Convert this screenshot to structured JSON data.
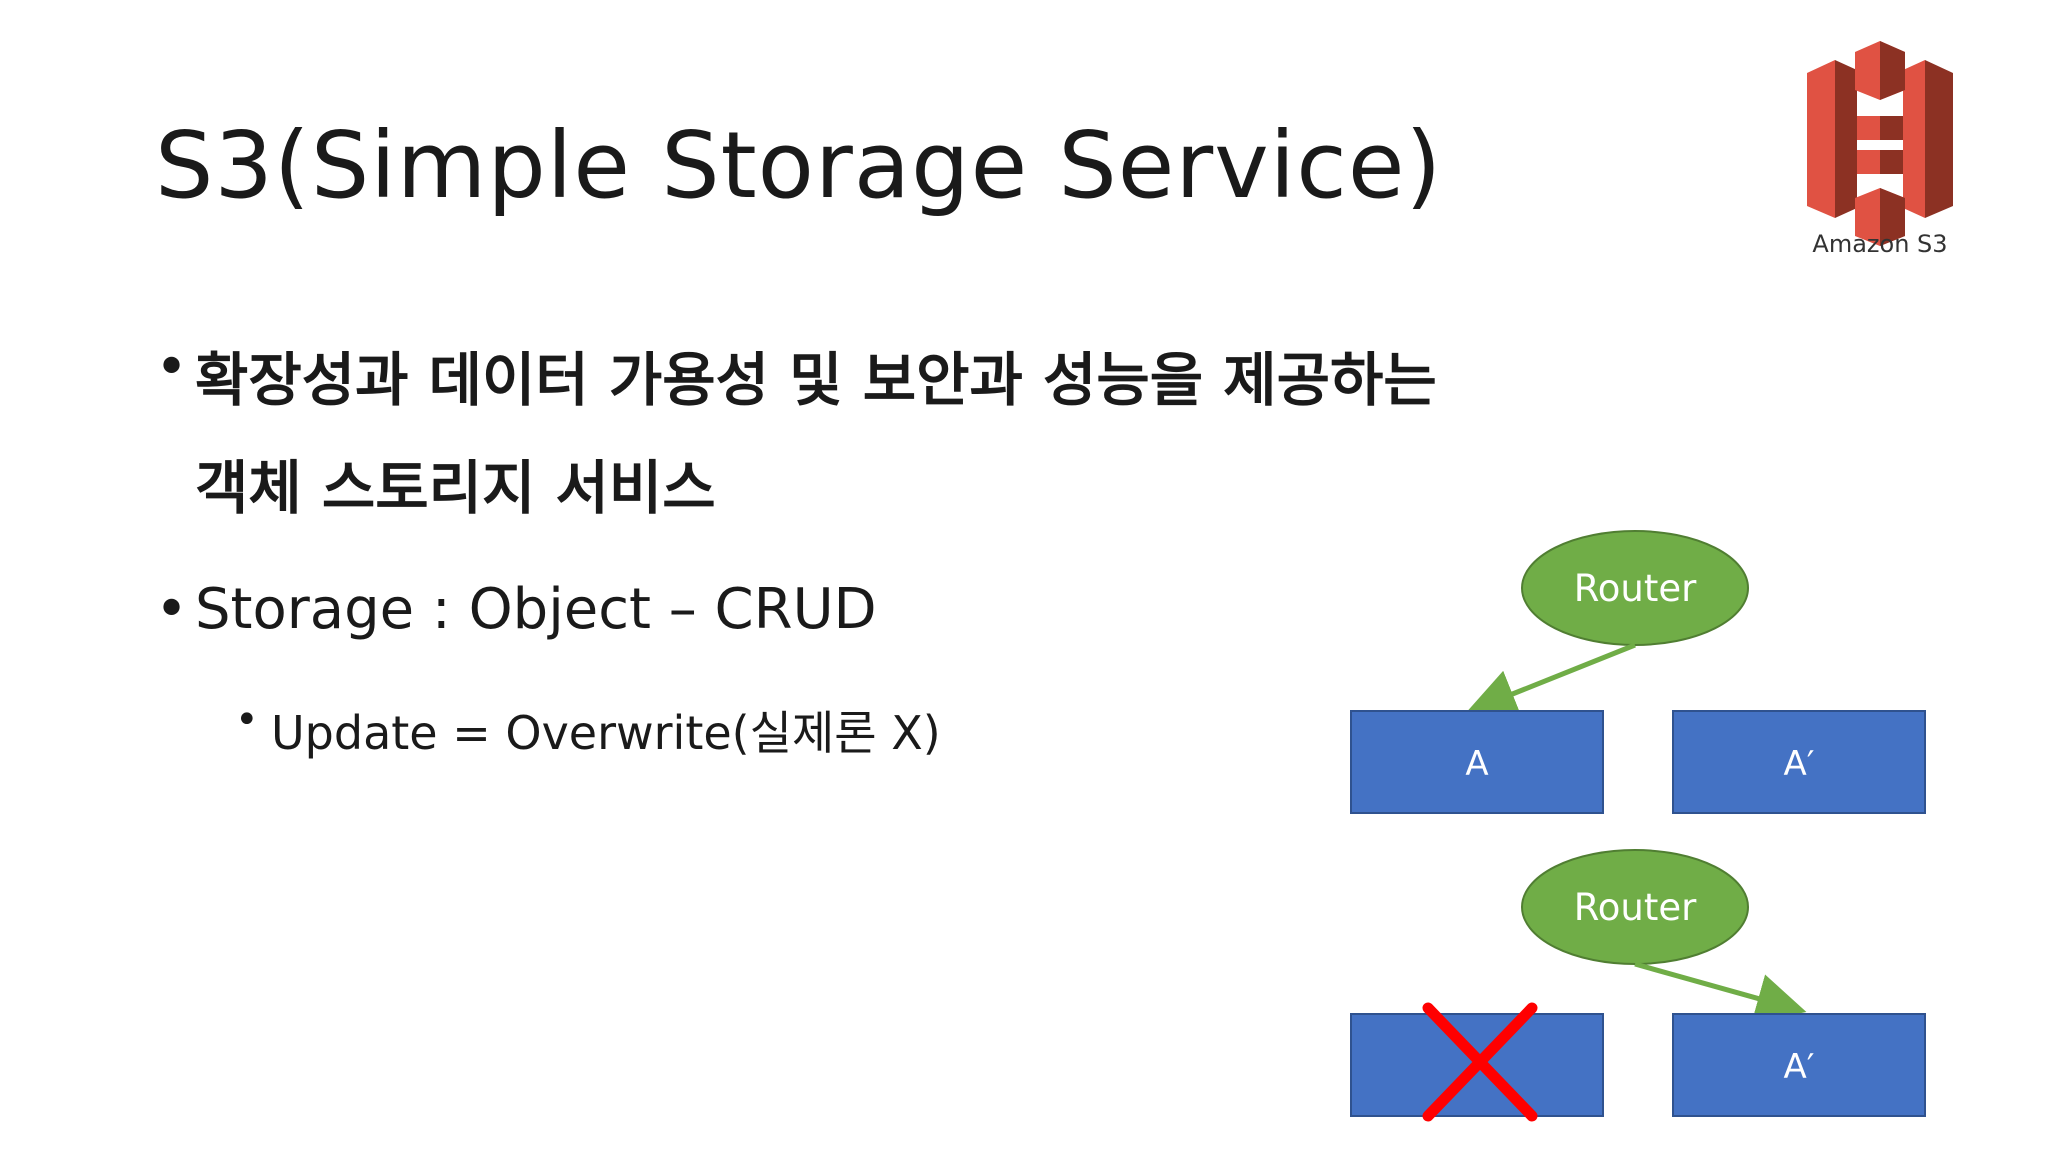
{
  "slide": {
    "title": "S3(Simple Storage Service)",
    "logo": {
      "icon": "amazon-s3-logo-icon",
      "caption": "Amazon S3",
      "color": "#d9412f"
    },
    "bullets": [
      {
        "marker": "•",
        "line1": "확장성과 데이터 가용성 및 보안과 성능을 제공하는",
        "line2": "객체 스토리지 서비스"
      },
      {
        "marker": "•",
        "text": "Storage : Object – CRUD"
      },
      {
        "marker": "•",
        "text": "Update = Overwrite(실제론 X)"
      }
    ]
  },
  "diagram": {
    "router_color": "#70ad47",
    "box_color": "#4472c4",
    "cross_color": "#ff0000",
    "top": {
      "router_label": "Router",
      "left_box_label": "A",
      "right_box_label": "A′"
    },
    "bottom": {
      "router_label": "Router",
      "left_box_label": "",
      "right_box_label": "A′"
    }
  }
}
